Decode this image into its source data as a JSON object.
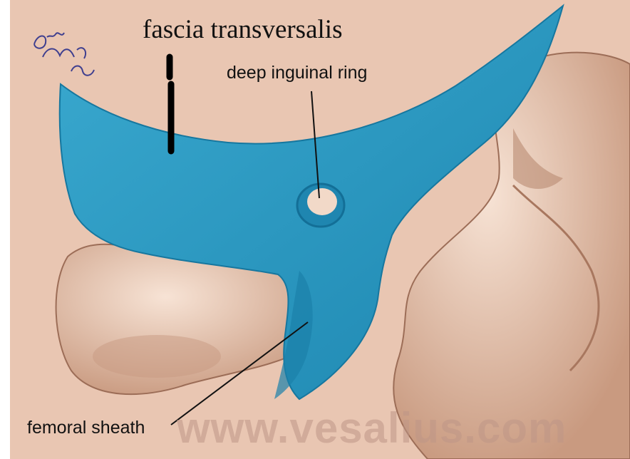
{
  "labels": {
    "title": "fascia transversalis",
    "deep_ring": "deep inguinal ring",
    "femoral_sheath": "femoral sheath"
  },
  "watermark": "www.vesalius.com",
  "signature": "gary Wind MD",
  "colors": {
    "background": "#e9c6b2",
    "fascia": "#2f9fc7",
    "bone": "#f2d6c4",
    "bone_shadow": "#b98a72",
    "text": "#111111"
  }
}
